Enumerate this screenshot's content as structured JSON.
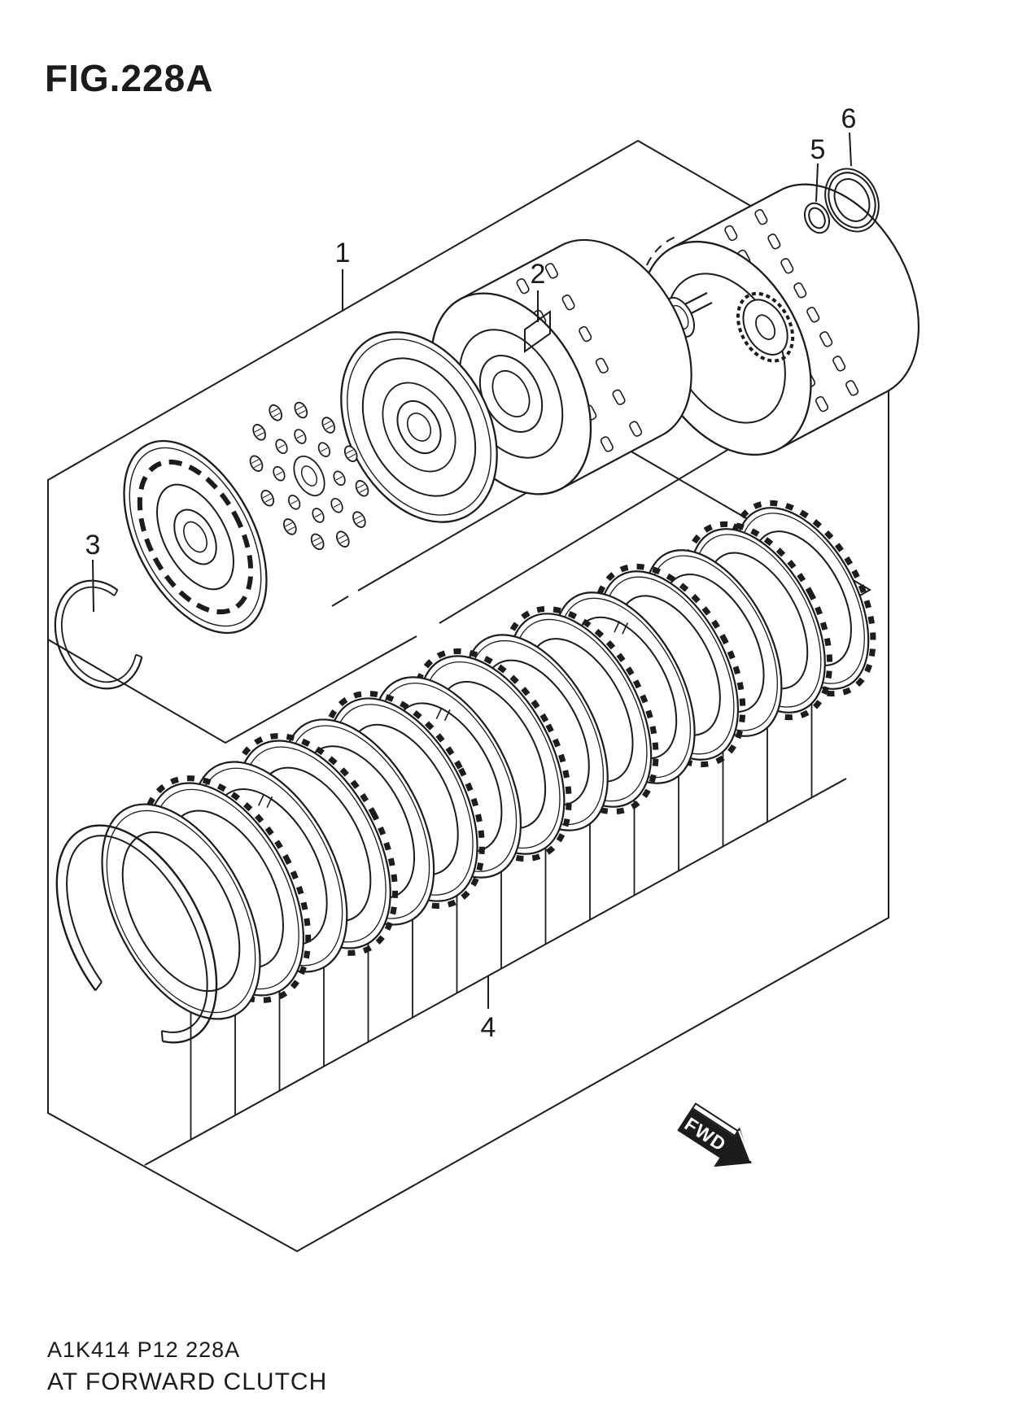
{
  "page": {
    "background": "#ffffff",
    "line_color": "#1c1c1c"
  },
  "header": {
    "figure_title": "FIG.228A"
  },
  "footer": {
    "drawing_code": "A1K414 P12 228A",
    "figure_caption": "AT FORWARD CLUTCH"
  },
  "direction_arrow": {
    "label": "FWD"
  },
  "callouts": [
    {
      "number": "1"
    },
    {
      "number": "2"
    },
    {
      "number": "3"
    },
    {
      "number": "4"
    },
    {
      "number": "5"
    },
    {
      "number": "6"
    }
  ],
  "assembly": {
    "clutch_plate_count": 16,
    "comb_tick_count": 15,
    "spring_coil_count": 20
  }
}
